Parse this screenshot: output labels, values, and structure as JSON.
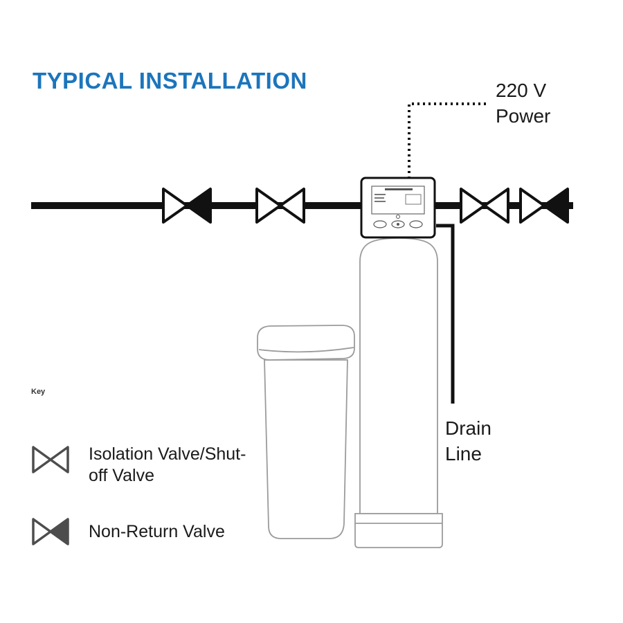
{
  "title": {
    "text": "TYPICAL INSTALLATION"
  },
  "annotations": {
    "power": {
      "lines": [
        "220 V",
        "Power"
      ]
    },
    "drain": {
      "lines": [
        "Drain",
        "Line"
      ]
    }
  },
  "key": {
    "heading": "Key",
    "items": [
      {
        "symbol": "isolation-valve-icon",
        "lines": [
          "Isolation Valve/Shut-",
          "off Valve"
        ]
      },
      {
        "symbol": "non-return-valve-icon",
        "lines": [
          "Non-Return Valve"
        ]
      }
    ]
  },
  "diagram": {
    "pipe_valves": [
      {
        "type": "non-return-valve"
      },
      {
        "type": "isolation-valve"
      },
      {
        "type": "isolation-valve"
      },
      {
        "type": "non-return-valve"
      }
    ],
    "components": [
      "supply-pipe",
      "control-valve-head",
      "resin-tank",
      "brine-tank",
      "drain-line",
      "power-line"
    ]
  },
  "colors": {
    "title_blue": "#1c75bc",
    "line_black": "#111111",
    "valve_dark": "#4d4d4d",
    "tank_outline": "#9b9b9b"
  }
}
